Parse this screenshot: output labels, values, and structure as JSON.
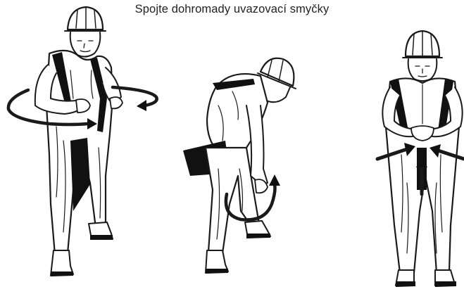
{
  "caption": "Spojte dohromady uvazovací smyčky",
  "colors": {
    "ink": "#111111",
    "background": "#ffffff"
  },
  "figures": [
    {
      "id": "figure-1",
      "action": "wrap-around-waist",
      "icon": "circular-arrow-icon"
    },
    {
      "id": "figure-2",
      "action": "bend-and-pull-loop",
      "icon": "curved-arrow-up-icon"
    },
    {
      "id": "figure-3",
      "action": "join-loops-at-front",
      "icon": "converging-arrows-icon"
    }
  ]
}
